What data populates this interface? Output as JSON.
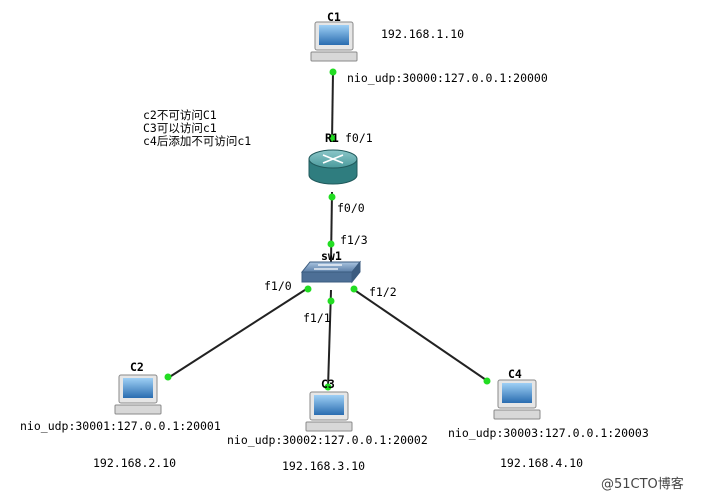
{
  "colors": {
    "link": "#222222",
    "port_dot": "#22dd22",
    "router_body": "#2f7d7f",
    "router_top": "#6fb0b2",
    "switch_body": "#5b7fa8",
    "pc_screen": "#3f86c8"
  },
  "notes": [
    "c2不可访问C1",
    "C3可以访问c1",
    "c4后添加不可访问c1"
  ],
  "nodes": {
    "c1": {
      "name": "C1",
      "nio": "nio_udp:30000:127.0.0.1:20000",
      "ip": "192.168.1.10",
      "icon": "pc-icon"
    },
    "r1": {
      "name": "R1",
      "icon": "router-icon"
    },
    "sw1": {
      "name": "sw1",
      "icon": "switch-icon"
    },
    "c2": {
      "name": "C2",
      "nio": "nio_udp:30001:127.0.0.1:20001",
      "ip": "192.168.2.10",
      "icon": "pc-icon"
    },
    "c3": {
      "name": "C3",
      "nio": "nio_udp:30002:127.0.0.1:20002",
      "ip": "192.168.3.10",
      "icon": "pc-icon"
    },
    "c4": {
      "name": "C4",
      "nio": "nio_udp:30003:127.0.0.1:20003",
      "ip": "192.168.4.10",
      "icon": "pc-icon"
    }
  },
  "ports": {
    "r1_f0_1": "f0/1",
    "r1_f0_0": "f0/0",
    "sw1_f1_3": "f1/3",
    "sw1_f1_0": "f1/0",
    "sw1_f1_1": "f1/1",
    "sw1_f1_2": "f1/2"
  },
  "links": [
    {
      "from": "C1",
      "to": "R1 f0/1"
    },
    {
      "from": "R1 f0/0",
      "to": "sw1 f1/3"
    },
    {
      "from": "sw1 f1/0",
      "to": "C2"
    },
    {
      "from": "sw1 f1/1",
      "to": "C3"
    },
    {
      "from": "sw1 f1/2",
      "to": "C4"
    }
  ],
  "watermark": "@51CTO博客"
}
